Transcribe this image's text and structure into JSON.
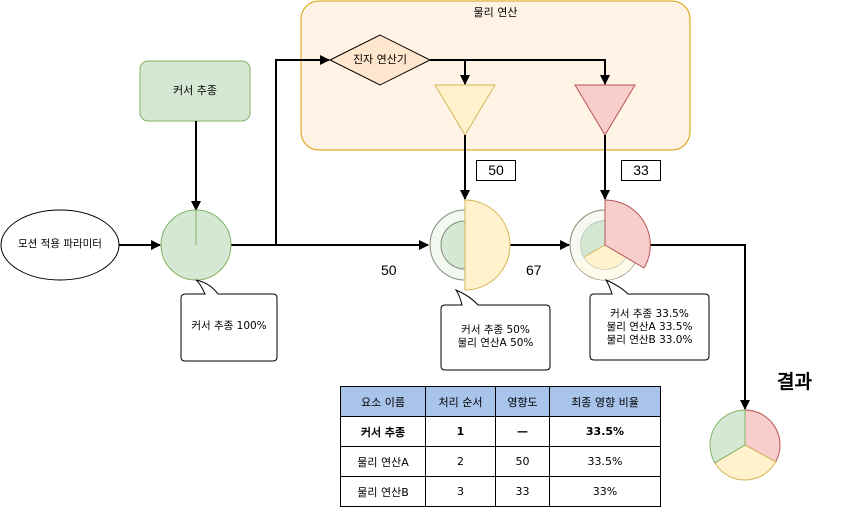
{
  "group": {
    "title": "물리 연산"
  },
  "nodes": {
    "cursor_track": {
      "label": "커서 추종"
    },
    "motion_param": {
      "label": "모션 적용 파라미터"
    },
    "decision": {
      "label": "진자 연산기"
    }
  },
  "edge_labels": {
    "input_weight_a": "50",
    "input_weight_b": "67",
    "influence_a": "50",
    "influence_b": "33"
  },
  "callouts": {
    "stage1": "커서 추종 100%",
    "stage2": "커서 추종 50%\n물리 연산A 50%",
    "stage3": "커서 추종 33.5%\n물리 연산A 33.5%\n물리 연산B 33.0%"
  },
  "result": {
    "title": "결과"
  },
  "colors": {
    "green_fill": "#d5e8d4",
    "green_stroke": "#82b366",
    "yellow_fill": "#fff2cc",
    "yellow_stroke": "#d6b656",
    "red_fill": "#f8cecc",
    "red_stroke": "#b85450",
    "orange_fill": "#fff3e6",
    "orange_stroke": "#d79b00",
    "diamond_fill": "#ffe6cc",
    "table_header": "#a9c4eb"
  },
  "table": {
    "headers": [
      "요소 이름",
      "처리 순서",
      "영향도",
      "최종 영향 비율"
    ],
    "rows": [
      [
        "커서 추종",
        "1",
        "—",
        "33.5%"
      ],
      [
        "물리 연산A",
        "2",
        "50",
        "33.5%"
      ],
      [
        "물리 연산B",
        "3",
        "33",
        "33%"
      ]
    ]
  },
  "chart_data": {
    "type": "pie",
    "title": "결과",
    "categories": [
      "커서 추종",
      "물리 연산A",
      "물리 연산B"
    ],
    "values": [
      33.5,
      33.5,
      33.0
    ],
    "stages": [
      {
        "name": "stage1",
        "slices": [
          {
            "name": "커서 추종",
            "value": 100
          }
        ]
      },
      {
        "name": "stage2",
        "slices": [
          {
            "name": "커서 추종",
            "value": 50
          },
          {
            "name": "물리 연산A",
            "value": 50
          }
        ]
      },
      {
        "name": "stage3",
        "slices": [
          {
            "name": "커서 추종",
            "value": 33.5
          },
          {
            "name": "물리 연산A",
            "value": 33.5
          },
          {
            "name": "물리 연산B",
            "value": 33.0
          }
        ]
      }
    ]
  }
}
